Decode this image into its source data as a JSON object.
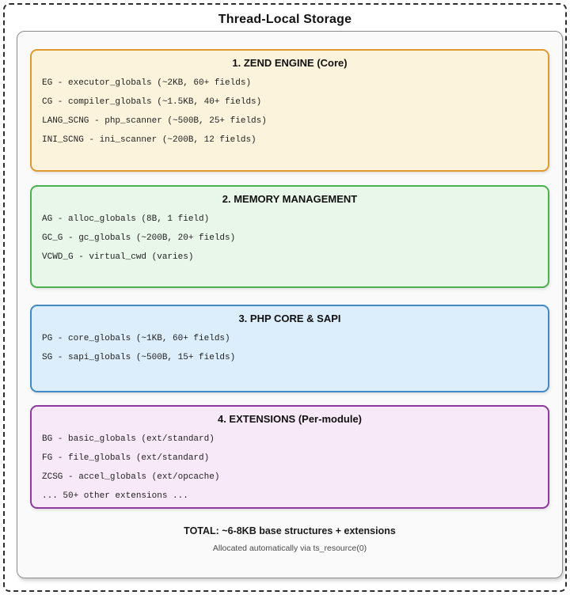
{
  "title": "Thread-Local Storage",
  "sections": [
    {
      "id": "zend-engine",
      "header": "1. ZEND ENGINE (Core)",
      "colors": {
        "background": "#fcf3dc",
        "border": "#e0992f"
      },
      "lines": [
        "EG - executor_globals (~2KB, 60+ fields)",
        "CG - compiler_globals (~1.5KB, 40+ fields)",
        "LANG_SCNG - php_scanner (~500B, 25+ fields)",
        "INI_SCNG - ini_scanner (~200B, 12 fields)"
      ]
    },
    {
      "id": "memory-management",
      "header": "2. MEMORY MANAGEMENT",
      "colors": {
        "background": "#e9f6ea",
        "border": "#4caf50"
      },
      "lines": [
        "AG - alloc_globals (8B, 1 field)",
        "GC_G - gc_globals (~200B, 20+ fields)",
        "VCWD_G - virtual_cwd (varies)"
      ]
    },
    {
      "id": "php-core-sapi",
      "header": "3. PHP CORE & SAPI",
      "colors": {
        "background": "#dceefb",
        "border": "#4289c8"
      },
      "lines": [
        "PG - core_globals (~1KB, 60+ fields)",
        "SG - sapi_globals (~500B, 15+ fields)"
      ]
    },
    {
      "id": "extensions",
      "header": "4. EXTENSIONS (Per-module)",
      "colors": {
        "background": "#f8e9f8",
        "border": "#8e3a9e"
      },
      "lines": [
        "BG - basic_globals (ext/standard)",
        "FG - file_globals (ext/standard)",
        "ZCSG - accel_globals (ext/opcache)",
        "... 50+ other extensions ..."
      ]
    }
  ],
  "footer": {
    "total": "TOTAL: ~6-8KB base structures + extensions",
    "note": "Allocated automatically via ts_resource(0)"
  }
}
